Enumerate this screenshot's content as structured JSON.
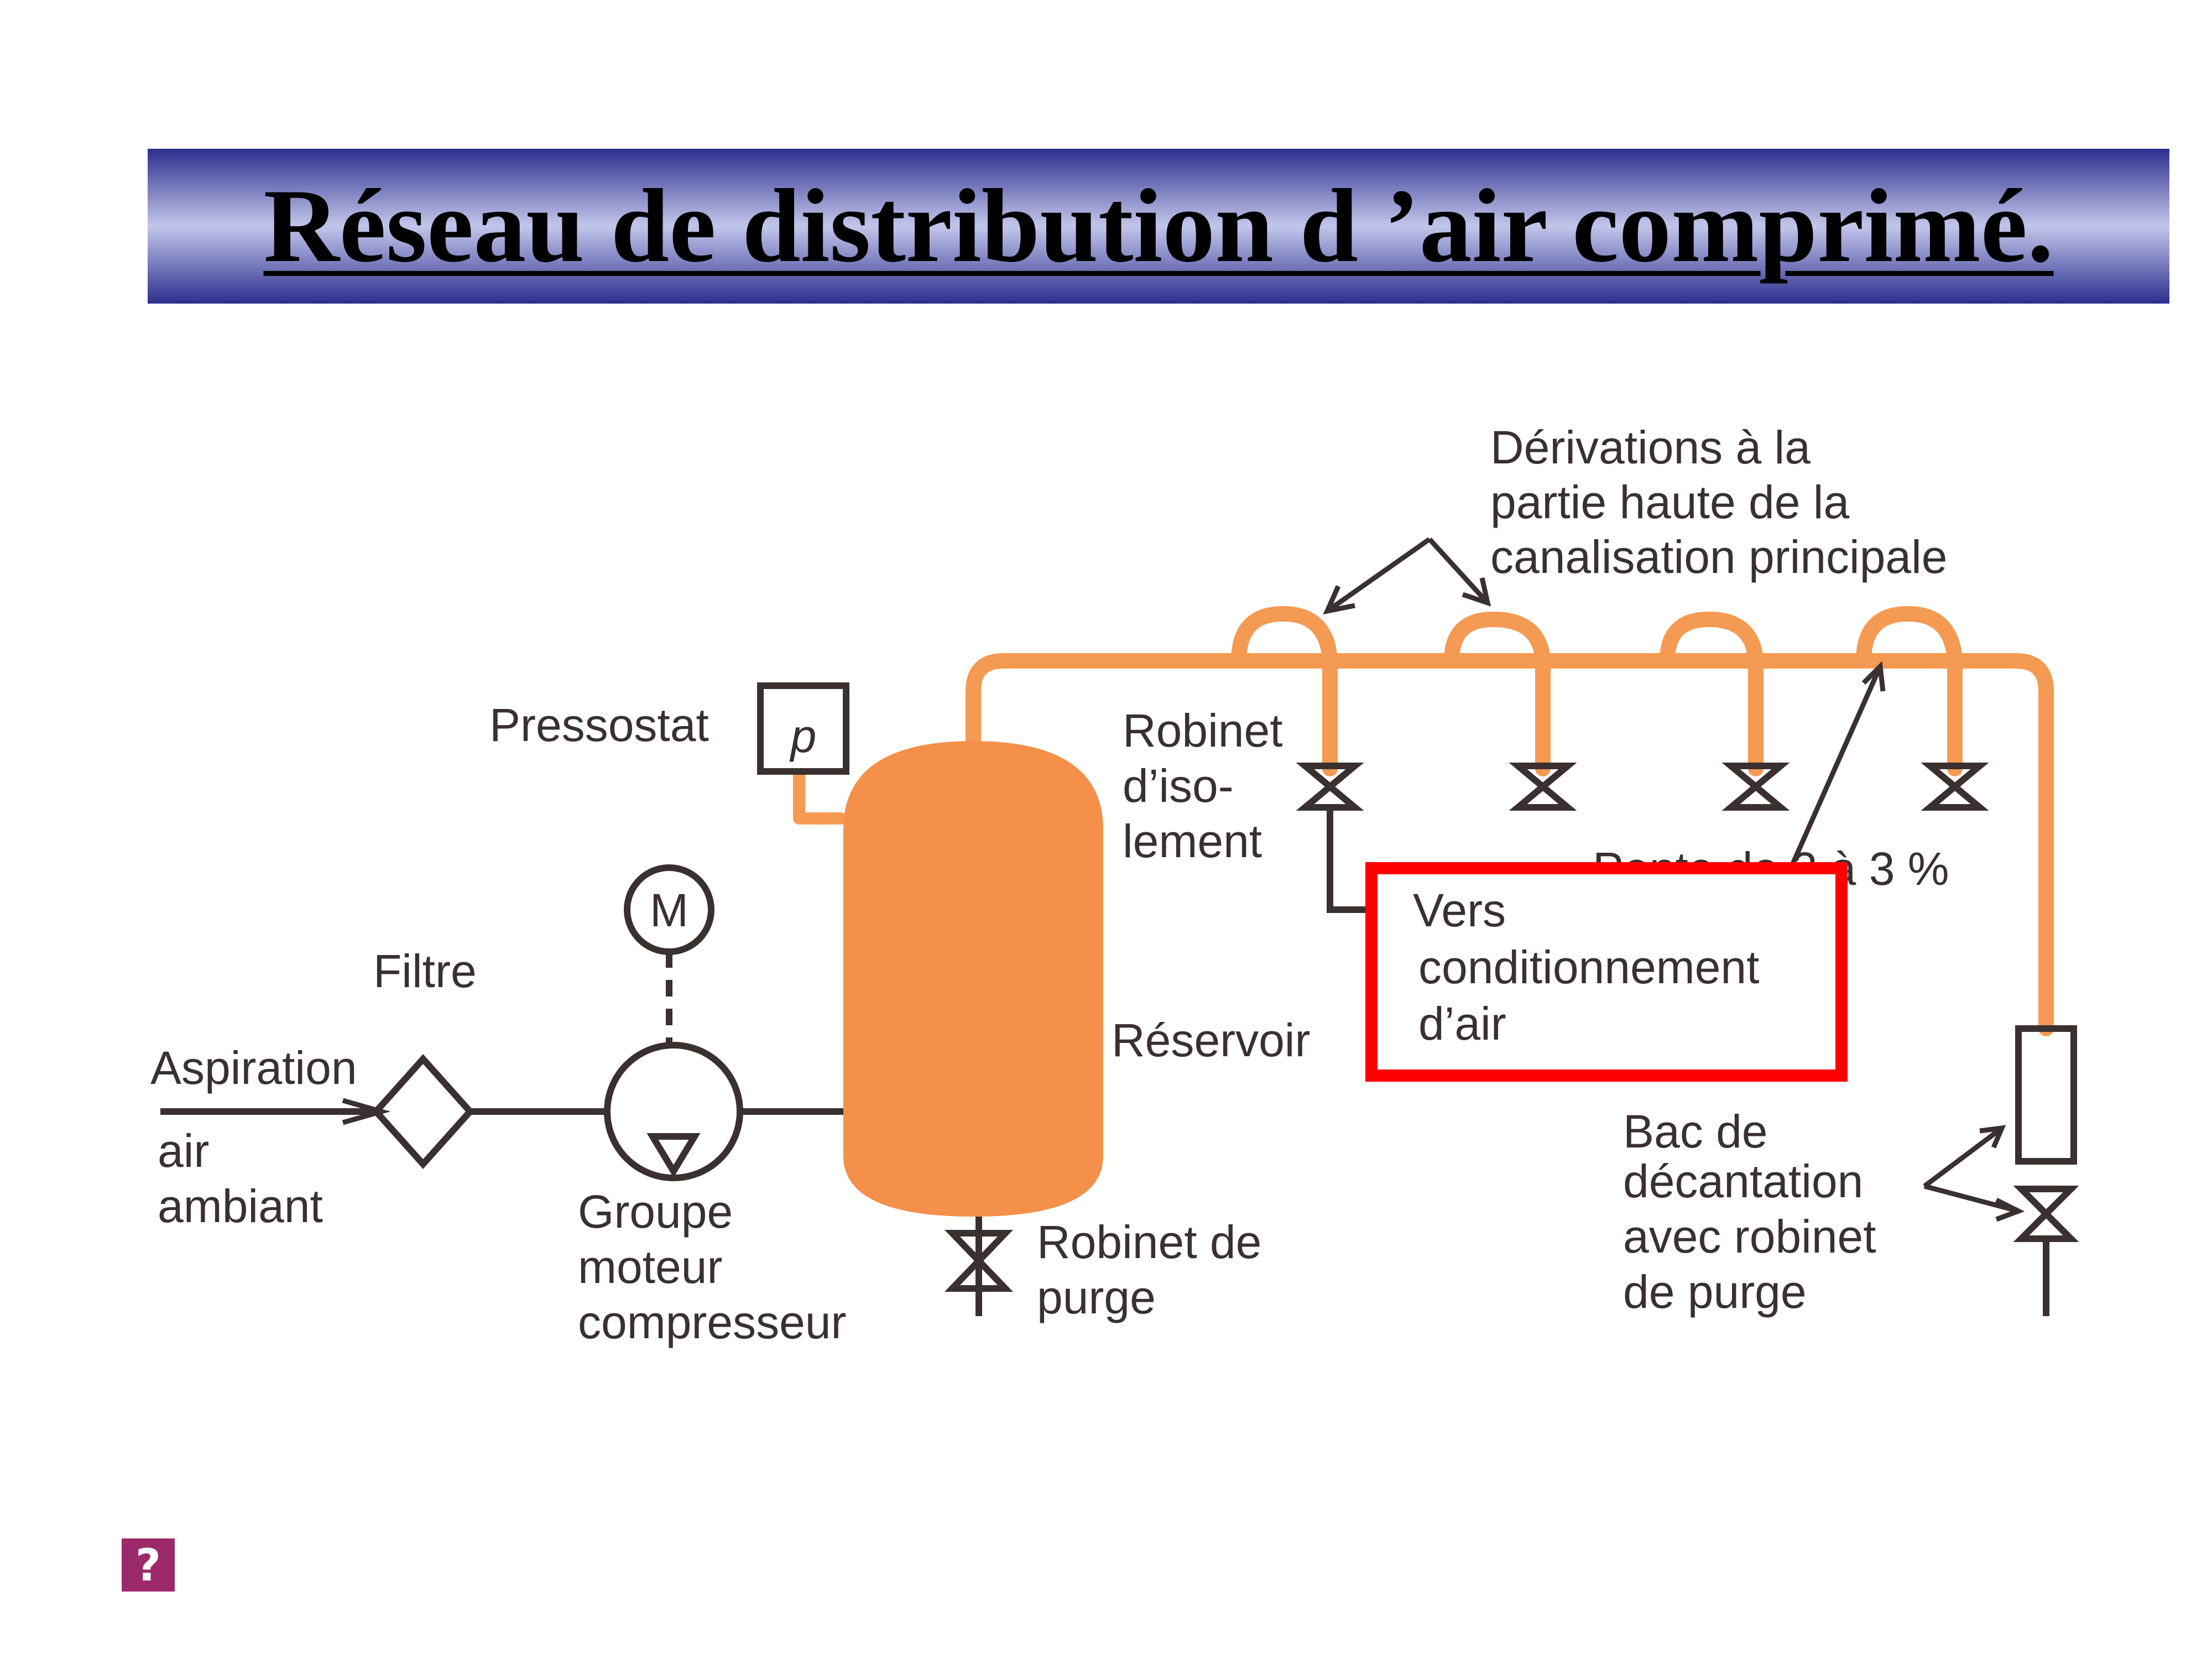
{
  "title": "Réseau de distribution d ’air comprimé.",
  "colors": {
    "pipe": "#f49a52",
    "reservoir": "#f5904a",
    "ink": "#3a3030",
    "highlight": "#ff0000",
    "title_band": "#2b2f8e",
    "help": "#9b2a6a"
  },
  "labels": {
    "derivations": [
      "Dérivations à la",
      "partie haute de la",
      "canalisation principale"
    ],
    "pressostat": "Pressostat",
    "pressostat_symbol": "p",
    "motor_symbol": "M",
    "filtre": "Filtre",
    "aspiration": [
      "Aspiration",
      "air",
      "ambiant"
    ],
    "groupe": [
      "Groupe",
      "moteur",
      "compresseur"
    ],
    "robinet_isolement": [
      "Robinet",
      "d’iso-",
      "lement"
    ],
    "reservoir": "Réservoir",
    "robinet_purge": [
      "Robinet de",
      "purge"
    ],
    "pente": "Pente de 2 à 3 %",
    "vers": [
      "Vers",
      "conditionnement",
      "d’air"
    ],
    "bac": [
      "Bac de",
      "décantation",
      "avec robinet",
      "de purge"
    ]
  },
  "help_icon": "question-mark-icon",
  "help_glyph": "?"
}
